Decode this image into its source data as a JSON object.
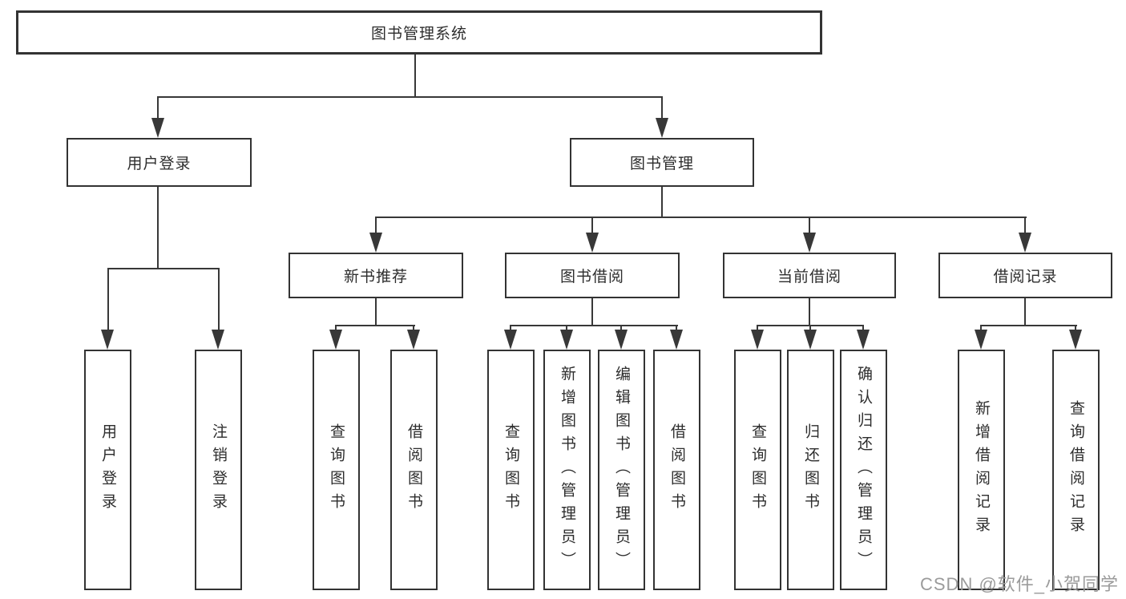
{
  "colors": {
    "line": "#383838",
    "box_border": "#333333",
    "text": "#2d2d2d",
    "watermark": "#9b9b9b",
    "background": "#ffffff"
  },
  "watermark": {
    "text": "CSDN @软件_小贺同学"
  },
  "tree": {
    "root": "图书管理系统",
    "branches": {
      "user_login": "用户登录",
      "book_mgmt": "图书管理"
    },
    "sections": {
      "new_book": "新书推荐",
      "borrowing": "图书借阅",
      "current": "当前借阅",
      "records": "借阅记录"
    },
    "leaves": {
      "user_login": [
        "用户登录",
        "注销登录"
      ],
      "new_book": [
        "查询图书",
        "借阅图书"
      ],
      "borrowing": [
        "查询图书",
        "新增图书（管理员）",
        "编辑图书（管理员）",
        "借阅图书"
      ],
      "current": [
        "查询图书",
        "归还图书",
        "确认归还（管理员）"
      ],
      "records": [
        "新增借阅记录",
        "查询借阅记录"
      ]
    }
  }
}
